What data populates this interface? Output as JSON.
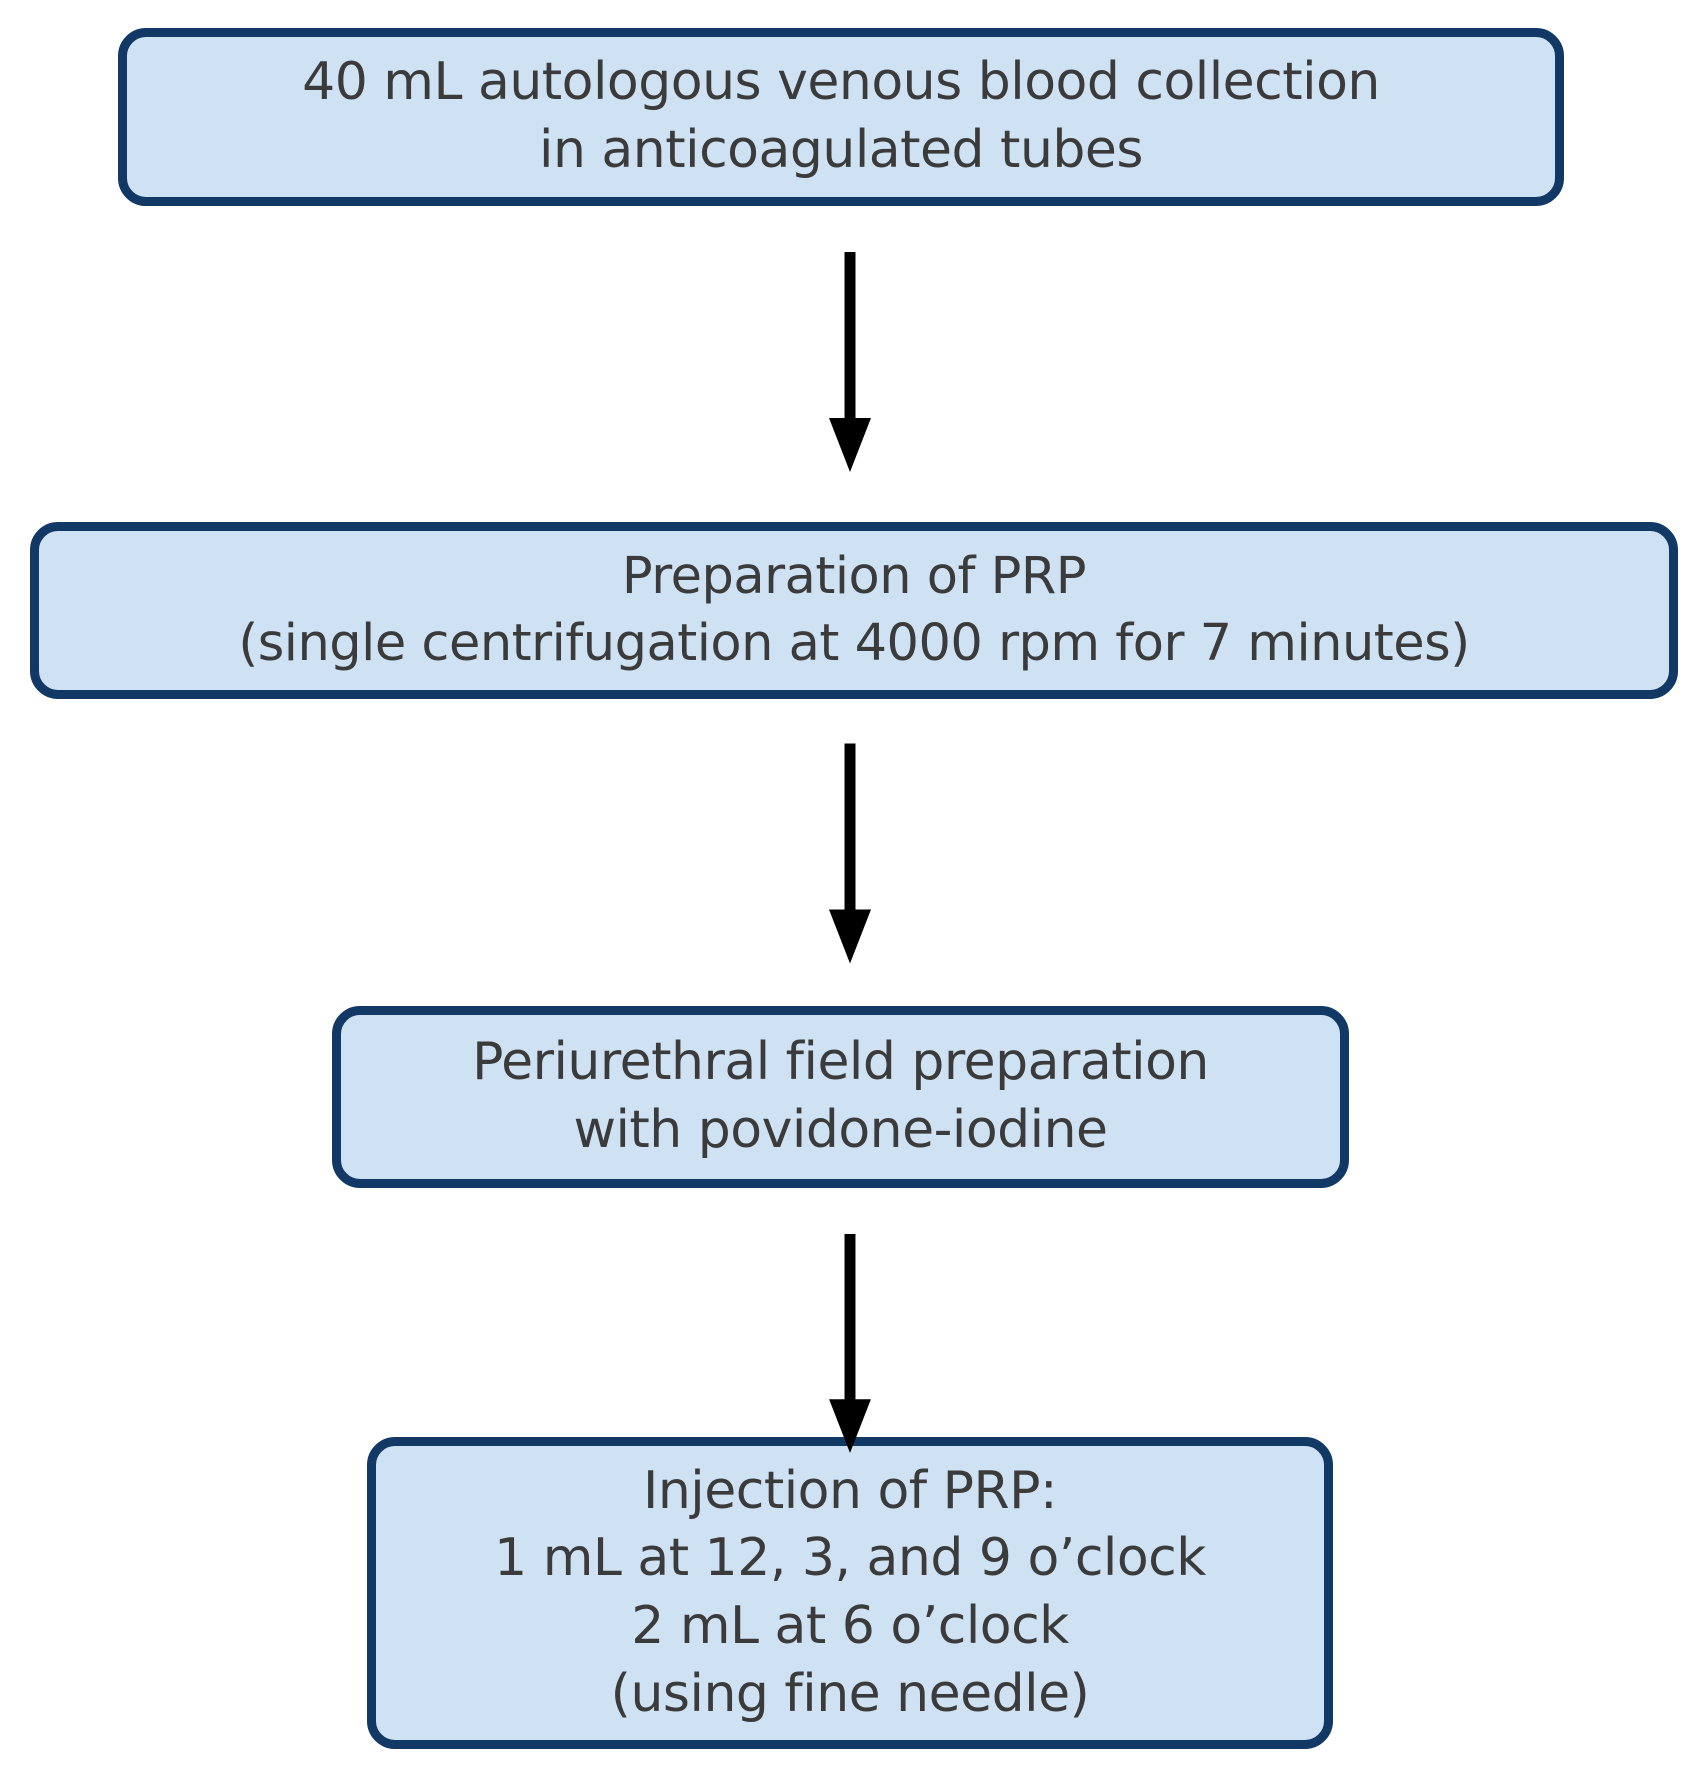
{
  "colors": {
    "background": "#ffffff",
    "box_fill": "#cfe2f3",
    "box_border": "#123866",
    "text": "#3b3b3b",
    "arrow": "#000000"
  },
  "flowchart": {
    "steps": [
      {
        "id": "step-1",
        "lines": [
          "40 mL autologous venous blood collection",
          "in anticoagulated tubes"
        ]
      },
      {
        "id": "step-2",
        "lines": [
          "Preparation of PRP",
          "(single centrifugation at 4000 rpm for 7 minutes)"
        ]
      },
      {
        "id": "step-3",
        "lines": [
          "Periurethral field preparation",
          "with povidone-iodine"
        ]
      },
      {
        "id": "step-4",
        "lines": [
          "Injection of PRP:",
          "1 mL at 12, 3, and 9 o’clock",
          "2 mL at 6 o’clock",
          "(using fine needle)"
        ]
      }
    ],
    "connectors": [
      {
        "icon": "arrow-down-icon",
        "from": "step-1",
        "to": "step-2"
      },
      {
        "icon": "arrow-down-icon",
        "from": "step-2",
        "to": "step-3"
      },
      {
        "icon": "arrow-down-icon",
        "from": "step-3",
        "to": "step-4"
      }
    ]
  }
}
